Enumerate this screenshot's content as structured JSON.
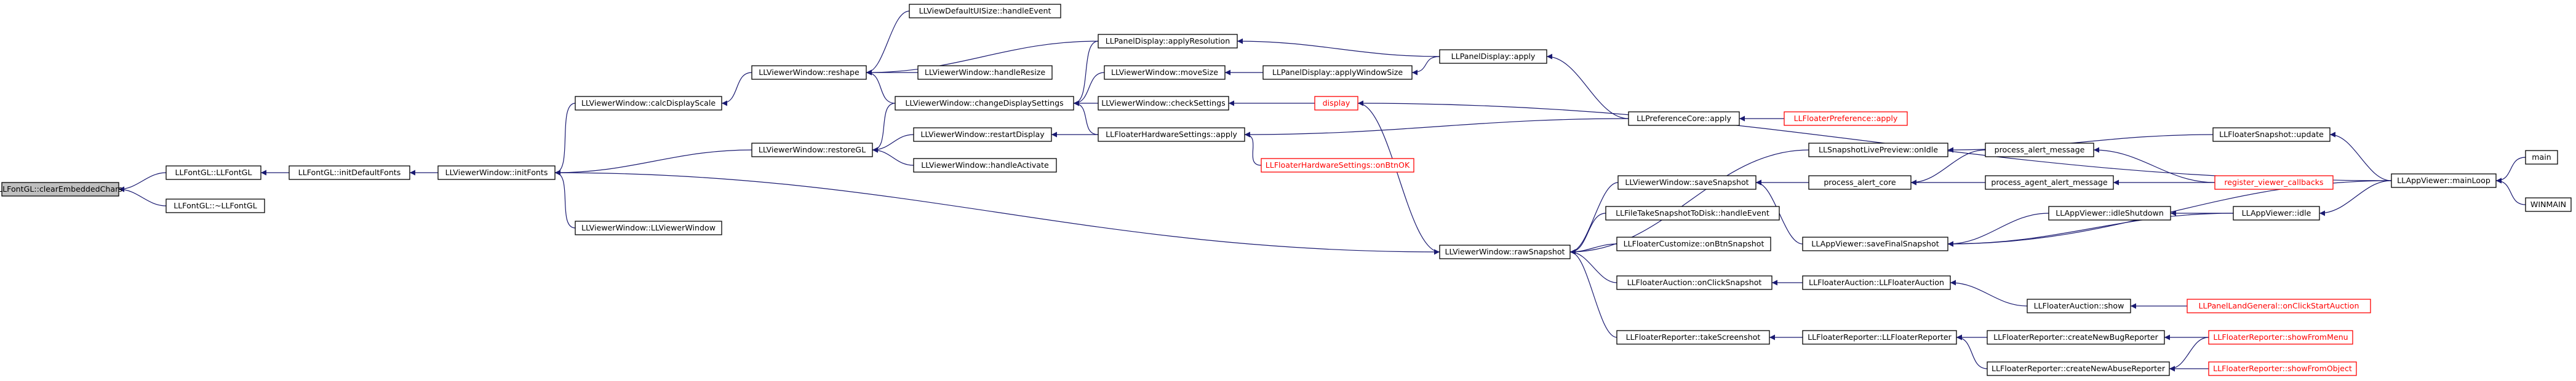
{
  "graph": {
    "edge_color": "#191970",
    "nodes": [
      {
        "id": "clearEmbeddedChars",
        "label": "LLFontGL::clearEmbeddedChars",
        "style": "root"
      },
      {
        "id": "fontglCtor",
        "label": "LLFontGL::LLFontGL",
        "style": "normal"
      },
      {
        "id": "fontglDtor",
        "label": "LLFontGL::~LLFontGL",
        "style": "normal"
      },
      {
        "id": "initDefaultFonts",
        "label": "LLFontGL::initDefaultFonts",
        "style": "normal"
      },
      {
        "id": "initFonts",
        "label": "LLViewerWindow::initFonts",
        "style": "normal"
      },
      {
        "id": "calcDisplayScale",
        "label": "LLViewerWindow::calcDisplayScale",
        "style": "normal"
      },
      {
        "id": "restoreGL",
        "label": "LLViewerWindow::restoreGL",
        "style": "normal"
      },
      {
        "id": "viewerWindowCtor",
        "label": "LLViewerWindow::LLViewerWindow",
        "style": "normal"
      },
      {
        "id": "reshape",
        "label": "LLViewerWindow::reshape",
        "style": "normal"
      },
      {
        "id": "uiSizeHandle",
        "label": "LLViewDefaultUISize::handleEvent",
        "style": "normal"
      },
      {
        "id": "handleResize",
        "label": "LLViewerWindow::handleResize",
        "style": "normal"
      },
      {
        "id": "changeDisplaySettings",
        "label": "LLViewerWindow::changeDisplaySettings",
        "style": "normal"
      },
      {
        "id": "restartDisplay",
        "label": "LLViewerWindow::restartDisplay",
        "style": "normal"
      },
      {
        "id": "handleActivate",
        "label": "LLViewerWindow::handleActivate",
        "style": "normal"
      },
      {
        "id": "applyResolution",
        "label": "LLPanelDisplay::applyResolution",
        "style": "normal"
      },
      {
        "id": "moveSize",
        "label": "LLViewerWindow::moveSize",
        "style": "normal"
      },
      {
        "id": "checkSettings",
        "label": "LLViewerWindow::checkSettings",
        "style": "normal"
      },
      {
        "id": "hwApply",
        "label": "LLFloaterHardwareSettings::apply",
        "style": "normal"
      },
      {
        "id": "hwOnBtnOK",
        "label": "LLFloaterHardwareSettings::onBtnOK",
        "style": "red"
      },
      {
        "id": "applyWindowSize",
        "label": "LLPanelDisplay::applyWindowSize",
        "style": "normal"
      },
      {
        "id": "display",
        "label": "display",
        "style": "red"
      },
      {
        "id": "panelApply",
        "label": "LLPanelDisplay::apply",
        "style": "normal"
      },
      {
        "id": "prefCoreApply",
        "label": "LLPreferenceCore::apply",
        "style": "normal"
      },
      {
        "id": "floaterPrefApply",
        "label": "LLFloaterPreference::apply",
        "style": "red"
      },
      {
        "id": "rawSnapshot",
        "label": "LLViewerWindow::rawSnapshot",
        "style": "normal"
      },
      {
        "id": "snapLiveIdle",
        "label": "LLSnapshotLivePreview::onIdle",
        "style": "normal"
      },
      {
        "id": "saveSnapshot",
        "label": "LLViewerWindow::saveSnapshot",
        "style": "normal"
      },
      {
        "id": "takeSnapDisk",
        "label": "LLFileTakeSnapshotToDisk::handleEvent",
        "style": "normal"
      },
      {
        "id": "customizeSnap",
        "label": "LLFloaterCustomize::onBtnSnapshot",
        "style": "normal"
      },
      {
        "id": "auctionOnClick",
        "label": "LLFloaterAuction::onClickSnapshot",
        "style": "normal"
      },
      {
        "id": "takeScreenshot",
        "label": "LLFloaterReporter::takeScreenshot",
        "style": "normal"
      },
      {
        "id": "processAlertCore",
        "label": "process_alert_core",
        "style": "normal"
      },
      {
        "id": "saveFinalSnapshot",
        "label": "LLAppViewer::saveFinalSnapshot",
        "style": "normal"
      },
      {
        "id": "auctionCtor",
        "label": "LLFloaterAuction::LLFloaterAuction",
        "style": "normal"
      },
      {
        "id": "reporterCtor",
        "label": "LLFloaterReporter::LLFloaterReporter",
        "style": "normal"
      },
      {
        "id": "processAlertMsg",
        "label": "process_alert_message",
        "style": "normal"
      },
      {
        "id": "processAgentAlert",
        "label": "process_agent_alert_message",
        "style": "normal"
      },
      {
        "id": "idleShutdown",
        "label": "LLAppViewer::idleShutdown",
        "style": "normal"
      },
      {
        "id": "auctionShow",
        "label": "LLFloaterAuction::show",
        "style": "normal"
      },
      {
        "id": "createBugReporter",
        "label": "LLFloaterReporter::createNewBugReporter",
        "style": "normal"
      },
      {
        "id": "createAbuseReporter",
        "label": "LLFloaterReporter::createNewAbuseReporter",
        "style": "normal"
      },
      {
        "id": "snapUpdate",
        "label": "LLFloaterSnapshot::update",
        "style": "normal"
      },
      {
        "id": "registerCallbacks",
        "label": "register_viewer_callbacks",
        "style": "red"
      },
      {
        "id": "appIdle",
        "label": "LLAppViewer::idle",
        "style": "normal"
      },
      {
        "id": "landStartAuction",
        "label": "LLPanelLandGeneral::onClickStartAuction",
        "style": "red"
      },
      {
        "id": "showFromMenu",
        "label": "LLFloaterReporter::showFromMenu",
        "style": "red"
      },
      {
        "id": "showFromObject",
        "label": "LLFloaterReporter::showFromObject",
        "style": "red"
      },
      {
        "id": "mainLoop",
        "label": "LLAppViewer::mainLoop",
        "style": "normal"
      },
      {
        "id": "main",
        "label": "main",
        "style": "normal"
      },
      {
        "id": "winmain",
        "label": "WINMAIN",
        "style": "normal"
      }
    ],
    "edges": [
      [
        "fontglCtor",
        "clearEmbeddedChars"
      ],
      [
        "fontglDtor",
        "clearEmbeddedChars"
      ],
      [
        "initDefaultFonts",
        "fontglCtor"
      ],
      [
        "initFonts",
        "initDefaultFonts"
      ],
      [
        "calcDisplayScale",
        "initFonts"
      ],
      [
        "restoreGL",
        "initFonts"
      ],
      [
        "viewerWindowCtor",
        "initFonts"
      ],
      [
        "rawSnapshot",
        "initFonts"
      ],
      [
        "reshape",
        "calcDisplayScale"
      ],
      [
        "changeDisplaySettings",
        "restoreGL"
      ],
      [
        "restartDisplay",
        "restoreGL"
      ],
      [
        "handleActivate",
        "restoreGL"
      ],
      [
        "uiSizeHandle",
        "reshape"
      ],
      [
        "handleResize",
        "reshape"
      ],
      [
        "changeDisplaySettings",
        "reshape"
      ],
      [
        "applyResolution",
        "reshape"
      ],
      [
        "applyResolution",
        "changeDisplaySettings"
      ],
      [
        "moveSize",
        "changeDisplaySettings"
      ],
      [
        "checkSettings",
        "changeDisplaySettings"
      ],
      [
        "hwApply",
        "changeDisplaySettings"
      ],
      [
        "hwApply",
        "restartDisplay"
      ],
      [
        "panelApply",
        "applyResolution"
      ],
      [
        "applyWindowSize",
        "moveSize"
      ],
      [
        "display",
        "checkSettings"
      ],
      [
        "prefCoreApply",
        "hwApply"
      ],
      [
        "hwOnBtnOK",
        "hwApply"
      ],
      [
        "panelApply",
        "applyWindowSize"
      ],
      [
        "mainLoop",
        "display"
      ],
      [
        "prefCoreApply",
        "panelApply"
      ],
      [
        "floaterPrefApply",
        "prefCoreApply"
      ],
      [
        "display",
        "rawSnapshot"
      ],
      [
        "snapLiveIdle",
        "rawSnapshot"
      ],
      [
        "saveSnapshot",
        "rawSnapshot"
      ],
      [
        "takeSnapDisk",
        "rawSnapshot"
      ],
      [
        "customizeSnap",
        "rawSnapshot"
      ],
      [
        "auctionOnClick",
        "rawSnapshot"
      ],
      [
        "takeScreenshot",
        "rawSnapshot"
      ],
      [
        "snapUpdate",
        "snapLiveIdle"
      ],
      [
        "processAlertCore",
        "saveSnapshot"
      ],
      [
        "saveFinalSnapshot",
        "saveSnapshot"
      ],
      [
        "auctionCtor",
        "auctionOnClick"
      ],
      [
        "reporterCtor",
        "takeScreenshot"
      ],
      [
        "processAlertMsg",
        "processAlertCore"
      ],
      [
        "processAgentAlert",
        "processAlertCore"
      ],
      [
        "idleShutdown",
        "saveFinalSnapshot"
      ],
      [
        "appIdle",
        "saveFinalSnapshot"
      ],
      [
        "mainLoop",
        "saveFinalSnapshot"
      ],
      [
        "auctionShow",
        "auctionCtor"
      ],
      [
        "createBugReporter",
        "reporterCtor"
      ],
      [
        "createAbuseReporter",
        "reporterCtor"
      ],
      [
        "registerCallbacks",
        "processAlertMsg"
      ],
      [
        "registerCallbacks",
        "processAgentAlert"
      ],
      [
        "appIdle",
        "idleShutdown"
      ],
      [
        "landStartAuction",
        "auctionShow"
      ],
      [
        "showFromMenu",
        "createBugReporter"
      ],
      [
        "showFromMenu",
        "createAbuseReporter"
      ],
      [
        "showFromObject",
        "createAbuseReporter"
      ],
      [
        "mainLoop",
        "snapUpdate"
      ],
      [
        "mainLoop",
        "appIdle"
      ],
      [
        "main",
        "mainLoop"
      ],
      [
        "winmain",
        "mainLoop"
      ]
    ]
  }
}
